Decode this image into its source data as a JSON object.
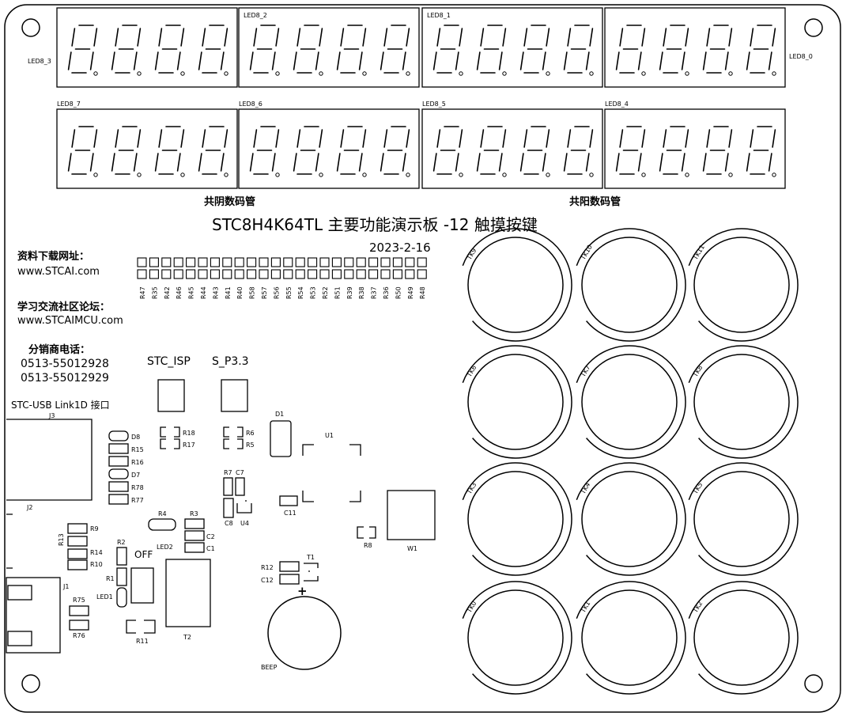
{
  "displays": {
    "top": [
      {
        "label": "LED8_3"
      },
      {
        "label": "LED8_2"
      },
      {
        "label": "LED8_1"
      },
      {
        "label": "LED8_0"
      }
    ],
    "bottom": [
      {
        "label": "LED8_7"
      },
      {
        "label": "LED8_6"
      },
      {
        "label": "LED8_5"
      },
      {
        "label": "LED8_4"
      }
    ],
    "cathode_label": "共阴数码管",
    "anode_label": "共阳数码管"
  },
  "title": "STC8H4K64TL 主要功能演示板 -12 触摸按键",
  "date": "2023-2-16",
  "info": {
    "download_label": "资料下载网址：",
    "download_url": "www.STCAI.com",
    "forum_label": "学习交流社区论坛：",
    "forum_url": "www.STCAIMCU.com",
    "distributor_label": "分销商电话：",
    "phone1": "0513-55012928",
    "phone2": "0513-55012929"
  },
  "resistor_array": [
    "R47",
    "R35",
    "R42",
    "R46",
    "R45",
    "R44",
    "R43",
    "R41",
    "R40",
    "R58",
    "R57",
    "R56",
    "R55",
    "R54",
    "R53",
    "R52",
    "R51",
    "R39",
    "R38",
    "R37",
    "R36",
    "R50",
    "R49",
    "R48"
  ],
  "buttons": {
    "isp": "STC_ISP",
    "p33": "S_P3.3"
  },
  "usb_label": "STC-USB Link1D 接口",
  "touch_keys": [
    "TK9",
    "TK10",
    "TK11",
    "TK6",
    "TK7",
    "TK8",
    "TK3",
    "TK4",
    "TK5",
    "TK0",
    "TK1",
    "TK2"
  ],
  "components": {
    "J3": "J3",
    "J2": "J2",
    "J1": "J1",
    "D8": "D8",
    "R15": "R15",
    "R16": "R16",
    "D7": "D7",
    "R78": "R78",
    "R77": "R77",
    "R18": "R18",
    "R17": "R17",
    "R6": "R6",
    "R5": "R5",
    "D1": "D1",
    "U1": "U1",
    "R7": "R7",
    "C7": "C7",
    "C8": "C8",
    "U4": "U4",
    "C11": "C11",
    "W1": "W1",
    "R8": "R8",
    "R4": "R4",
    "LED2": "LED2",
    "R3": "R3",
    "C2": "C2",
    "C1": "C1",
    "R9": "R9",
    "R13": "R13",
    "R14": "R14",
    "R10": "R10",
    "R2": "R2",
    "OFF": "OFF",
    "R1": "R1",
    "LED1": "LED1",
    "R75": "R75",
    "R76": "R76",
    "R11": "R11",
    "T2": "T2",
    "R12": "R12",
    "C12": "C12",
    "T1": "T1",
    "plus": "+",
    "BEEP": "BEEP"
  }
}
